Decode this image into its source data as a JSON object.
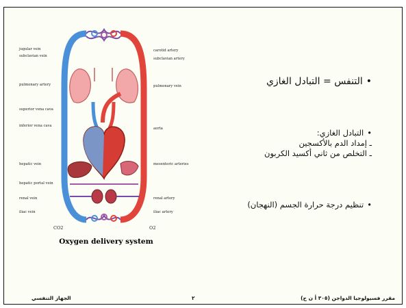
{
  "figure": {
    "caption": "Oxygen delivery system",
    "left_labels": [
      "jugular vein",
      "subclavian vein",
      "pulmonary artery",
      "superior vena cava",
      "inferior vena cava",
      "hepatic vein",
      "hepatic portal vein",
      "renal vein",
      "iliac vein"
    ],
    "right_labels": [
      "carotid artery",
      "subclavian artery",
      "pulmonary vein",
      "aorta",
      "mesenteric arteries",
      "renal artery",
      "iliac artery"
    ],
    "bottom_left": "CO2",
    "bottom_right": "O2"
  },
  "bullets": {
    "b1": "التنفس = التبادل الغازي",
    "b2_title": "التبادل الغازي:",
    "b2_sub1": "ـ إمداد الدم بالأكسجين",
    "b2_sub2": "ـ التخلص من ثاني أكسيد الكربون",
    "b3": "تنظيم درجة حرارة الجسم (النهجان)"
  },
  "footer": {
    "left": "الجهاز التنفسي",
    "center": "٢",
    "right": "مقرر فسيولوجيا الدواجن (٣٠٥ أ ن ح)"
  },
  "colors": {
    "vein": "#4a90d9",
    "artery": "#e0443a",
    "background": "#fcfdf4"
  }
}
